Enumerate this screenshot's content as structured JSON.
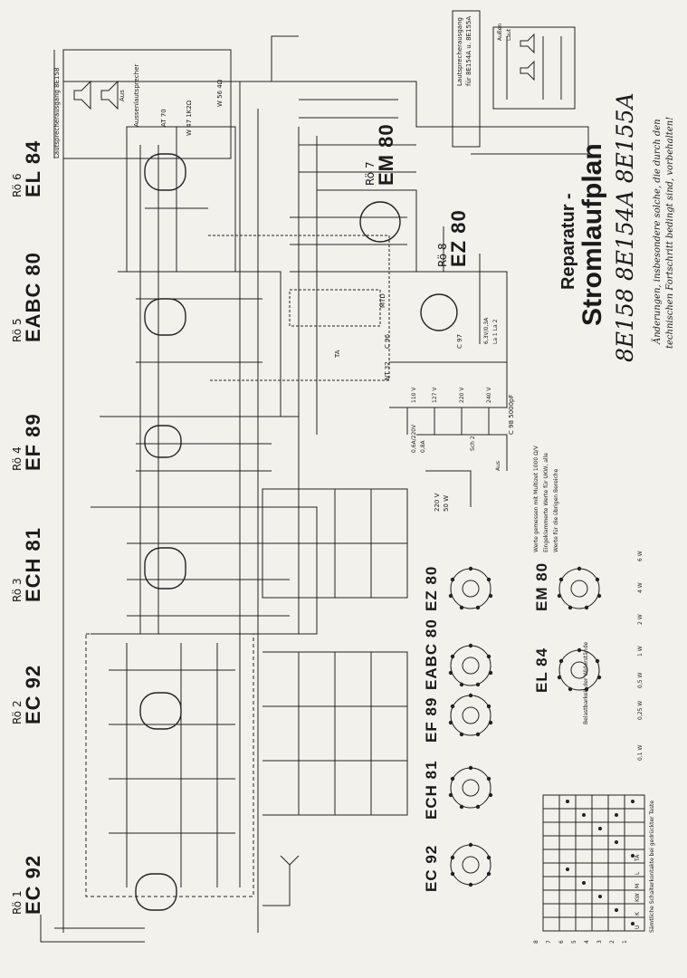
{
  "title": {
    "line1": "Reparatur -",
    "line2": "Stromlaufplan",
    "models": "8E158   8E154A   8E155A",
    "change_note_1": "Änderungen, insbesondere solche, die durch den",
    "change_note_2": "technischen Fortschritt bedingt sind, vorbehalten!"
  },
  "tubes": [
    {
      "no": "Rö 1",
      "type": "EC 92"
    },
    {
      "no": "Rö 2",
      "type": "EC 92"
    },
    {
      "no": "Rö 3",
      "type": "ECH 81"
    },
    {
      "no": "Rö 4",
      "type": "EF 89"
    },
    {
      "no": "Rö 5",
      "type": "EABC 80"
    },
    {
      "no": "Rö 6",
      "type": "EL 84"
    },
    {
      "no": "Rö 7",
      "type": "EM 80"
    },
    {
      "no": "Rö 8",
      "type": "EZ 80"
    }
  ],
  "speakers": {
    "main_label": "Lautsprecherausgang 8E158",
    "ext_label": "Aussenlautsprecher",
    "aus": "Aus",
    "inset_label_1": "Lautsprecherausgang",
    "inset_label_2": "für 8E154A u. 8E155A",
    "inset_aussen": "Außen",
    "inset_laut": "Laut"
  },
  "measure_notes": [
    "Werte gemessen mit Multizet  1000 Ω/V",
    "Eingeklammerte Werte für UKW, alle",
    "Werte für die übrigen Bereiche"
  ],
  "resistor_legend": {
    "title": "Belastbarkeit der Widerstände",
    "ratings": [
      "0,1 W",
      "0,25 W",
      "0,5 W",
      "1 W",
      "2 W",
      "4 W",
      "6 W"
    ]
  },
  "base_tubes": [
    "EC 92",
    "ECH 81",
    "EF 89",
    "EABC 80",
    "EL 84",
    "EZ 80",
    "EM 80"
  ],
  "switch_table": {
    "caption": "Sämtliche Schalterkontakte  bei gedrückter Taste",
    "columns": [
      "U",
      "K",
      "KW",
      "M",
      "L",
      "TA"
    ],
    "rows": [
      "1",
      "2",
      "3",
      "4",
      "5",
      "6",
      "7",
      "8"
    ]
  },
  "power": {
    "mains": "220 V",
    "mains_w": "50 W",
    "fuse_1": "0,6A/220V",
    "fuse_2": "0,8A",
    "taps": [
      "110 V",
      "127 V",
      "220 V",
      "240 V"
    ],
    "lamps": "6,3V/0,3A",
    "lamp_names": "La 1  La 2",
    "tr": "NT 32",
    "aus": "Aus",
    "sch": "Sch 2"
  },
  "labels": {
    "w56": "W 56 4Ω",
    "at70": "AT 70",
    "w47": "W 47 1K2Ω",
    "ta": "TA",
    "mtd": "MTD",
    "c98": "C 98  5000pF",
    "c97": "C 97",
    "c96": "C 96"
  }
}
